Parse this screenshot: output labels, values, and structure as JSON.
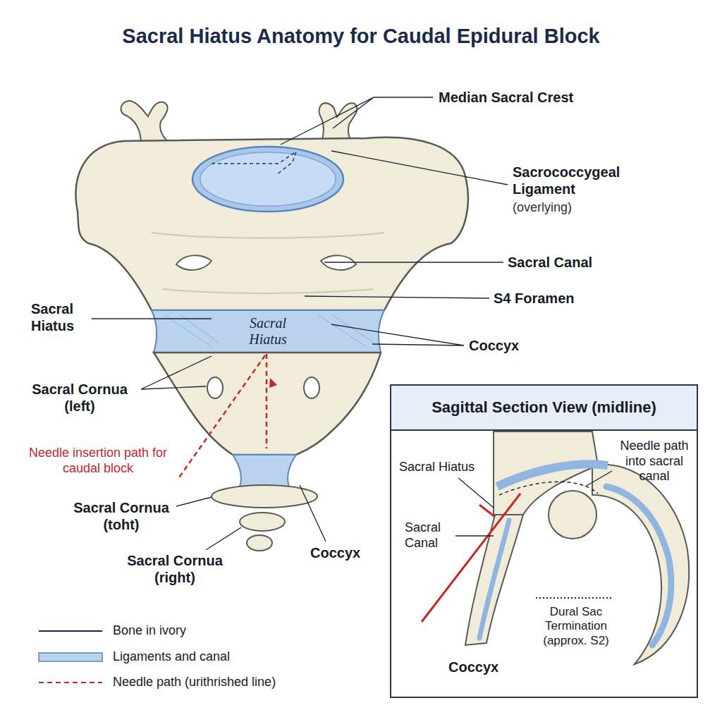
{
  "diagram": {
    "title": "Sacral Hiatus Anatomy for Caudal Epidural Block",
    "nodes": [
      {
        "text": [
          "Sacral Hiatus"
        ]
      },
      {
        "text": [
          "Sagittal Section View (midline)"
        ]
      }
    ],
    "labels": [
      "Median Sacral Crest",
      "Sacrococcygeal Ligament",
      "(overlying)",
      "Sacral Canal",
      "S4 Foramen",
      "Sacral Hiatus",
      "Coccyx",
      "Sacral Cornua (left)",
      "Needle insertion path for caudal block",
      "Sacral Cornua (toht)",
      "Coccyx",
      "Sacral Cornua (right)",
      "Sacral Hiatus",
      "Needle path into sacral canal",
      "Sacral Canal",
      "Dural Sac Termination (approx. S2)",
      "Coccyx"
    ],
    "legend": [
      {
        "text": "Bone in ivory"
      },
      {
        "text": "Ligaments and canal",
        "color": "#B9D3EF"
      },
      {
        "text": "Needle path (urithrished line)"
      }
    ]
  }
}
